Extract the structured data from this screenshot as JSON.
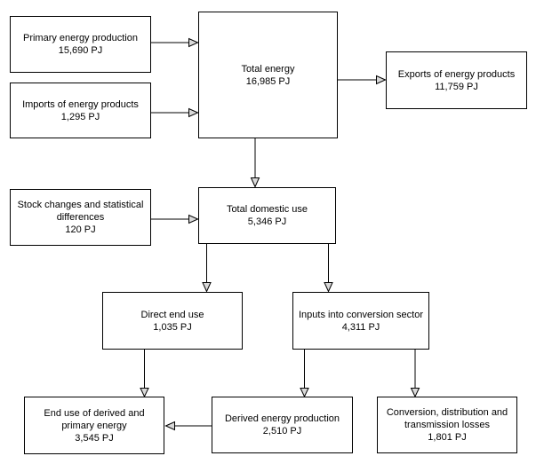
{
  "diagram": {
    "description": "Energy balance flow diagram",
    "unit": "PJ",
    "colors": {
      "background": "#ffffff",
      "box_border": "#000000",
      "line": "#000000",
      "text": "#000000",
      "arrow_fill": "#d9d9d9"
    },
    "nodes": {
      "primary_production": {
        "label": "Primary energy production",
        "value": "15,690 PJ"
      },
      "imports": {
        "label": "Imports of energy products",
        "value": "1,295 PJ"
      },
      "total_energy": {
        "label": "Total energy",
        "value": "16,985 PJ"
      },
      "exports": {
        "label": "Exports of energy products",
        "value": "11,759 PJ"
      },
      "stock_changes": {
        "label": "Stock changes and statistical\ndifferences",
        "value": "120 PJ"
      },
      "total_domestic_use": {
        "label": "Total domestic use",
        "value": "5,346 PJ"
      },
      "direct_end_use": {
        "label": "Direct end use",
        "value": "1,035 PJ"
      },
      "inputs_conversion": {
        "label": "Inputs into conversion sector",
        "value": "4,311 PJ"
      },
      "end_use_derived_primary": {
        "label": "End use of derived and\nprimary energy",
        "value": "3,545 PJ"
      },
      "derived_production": {
        "label": "Derived energy production",
        "value": "2,510 PJ"
      },
      "conversion_losses": {
        "label": "Conversion, distribution and\ntransmission losses",
        "value": "1,801 PJ"
      }
    }
  }
}
